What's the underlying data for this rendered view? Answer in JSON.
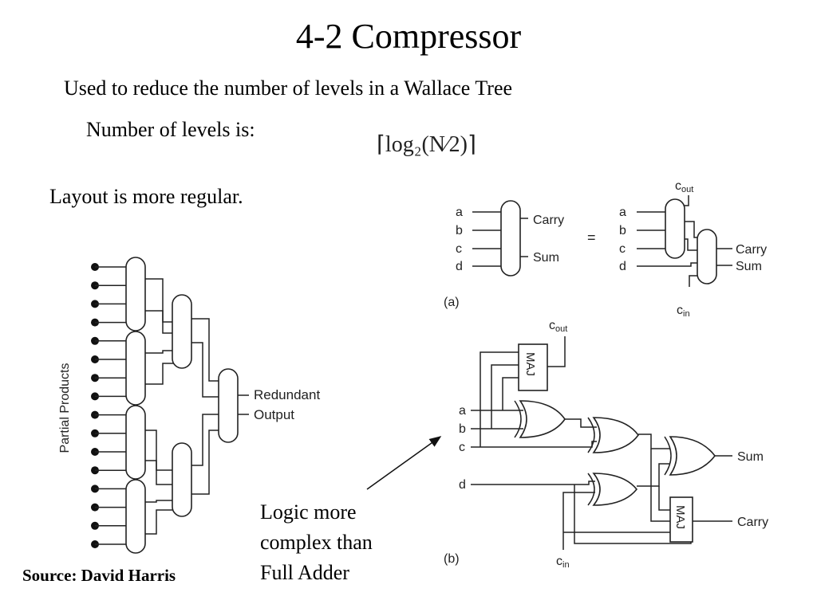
{
  "slide": {
    "title": "4-2 Compressor",
    "subtitle": "Used to reduce the number of levels in a Wallace Tree",
    "levels_label": "Number of levels is:",
    "formula": "⌈log₂(N⁄2)⌉",
    "layout_note": "Layout is more regular.",
    "logic_note": [
      "Logic more",
      "complex than",
      "Full Adder"
    ],
    "source": "Source: David Harris"
  },
  "tree_diagram": {
    "axis_label": "Partial Products",
    "output_label": [
      "Redundant",
      "Output"
    ]
  },
  "diagram_a": {
    "inputs": [
      "a",
      "b",
      "c",
      "d"
    ],
    "carry_label": "Carry",
    "sum_label": "Sum",
    "equals": "=",
    "cout_label": "c",
    "cout_sub": "out",
    "cin_label": "c",
    "cin_sub": "in",
    "caption": "(a)"
  },
  "diagram_b": {
    "inputs": [
      "a",
      "b",
      "c",
      "d"
    ],
    "maj_label": "MAJ",
    "sum_label": "Sum",
    "carry_label": "Carry",
    "cout_label": "c",
    "cout_sub": "out",
    "cin_label": "c",
    "cin_sub": "in",
    "caption": "(b)"
  }
}
